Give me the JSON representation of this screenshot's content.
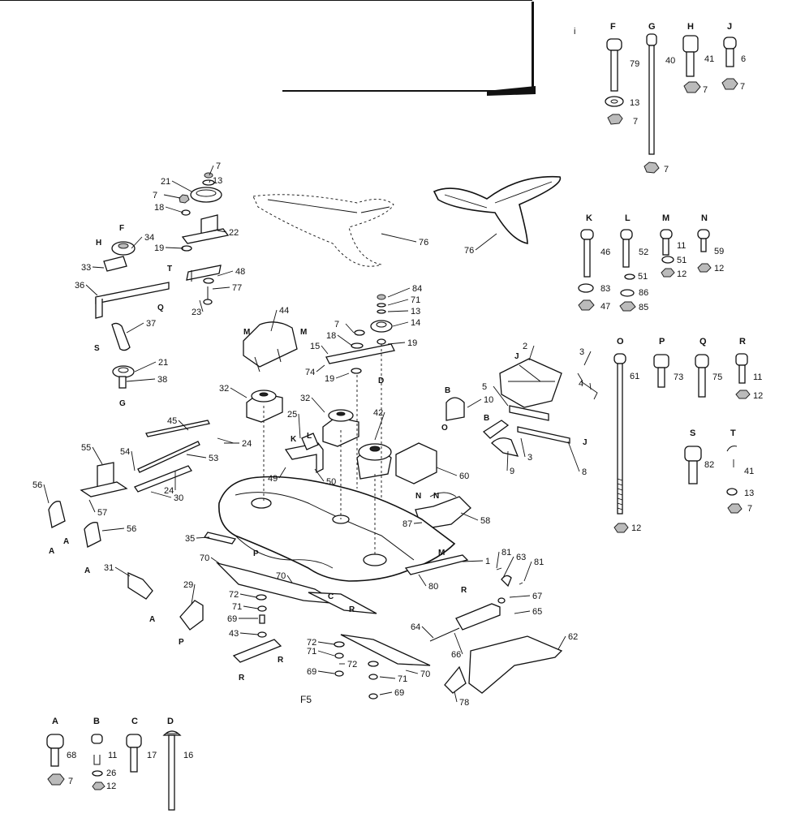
{
  "figure_label": "F5",
  "corner_mark": "i",
  "hardware_top": [
    {
      "key": "F",
      "parts": [
        "79",
        "13",
        "7"
      ]
    },
    {
      "key": "G",
      "parts": [
        "40",
        "7"
      ]
    },
    {
      "key": "H",
      "parts": [
        "41",
        "7"
      ]
    },
    {
      "key": "J",
      "parts": [
        "6",
        "7"
      ]
    }
  ],
  "hardware_mid": [
    {
      "key": "K",
      "parts": [
        "46",
        "83",
        "47"
      ]
    },
    {
      "key": "L",
      "parts": [
        "52",
        "51",
        "86",
        "85"
      ]
    },
    {
      "key": "M",
      "parts": [
        "11",
        "51",
        "12"
      ]
    },
    {
      "key": "N",
      "parts": [
        "59",
        "12"
      ]
    }
  ],
  "hardware_lower": [
    {
      "key": "O",
      "parts": [
        "61",
        "12"
      ]
    },
    {
      "key": "P",
      "parts": [
        "73"
      ]
    },
    {
      "key": "Q",
      "parts": [
        "75"
      ]
    },
    {
      "key": "R",
      "parts": [
        "11",
        "12"
      ]
    },
    {
      "key": "S",
      "parts": [
        "82"
      ]
    },
    {
      "key": "T",
      "parts": [
        "41",
        "13",
        "7"
      ]
    }
  ],
  "hardware_bottom": [
    {
      "key": "A",
      "parts": [
        "68",
        "7"
      ]
    },
    {
      "key": "B",
      "parts": [
        "11",
        "26",
        "12"
      ]
    },
    {
      "key": "C",
      "parts": [
        "17"
      ]
    },
    {
      "key": "D",
      "parts": [
        "16"
      ]
    }
  ],
  "callouts": [
    "7",
    "13",
    "21",
    "7",
    "18",
    "22",
    "34",
    "19",
    "48",
    "77",
    "33",
    "36",
    "23",
    "37",
    "21",
    "38",
    "76",
    "76",
    "84",
    "71",
    "13",
    "14",
    "7",
    "18",
    "19",
    "44",
    "15",
    "74",
    "19",
    "2",
    "3",
    "4",
    "10",
    "5",
    "9",
    "3",
    "8",
    "32",
    "32",
    "42",
    "25",
    "45",
    "24",
    "55",
    "54",
    "53",
    "24",
    "49",
    "50",
    "60",
    "30",
    "56",
    "57",
    "56",
    "58",
    "87",
    "35",
    "1",
    "80",
    "81",
    "63",
    "81",
    "31",
    "70",
    "70",
    "29",
    "72",
    "71",
    "69",
    "43",
    "67",
    "65",
    "64",
    "66",
    "62",
    "72",
    "71",
    "72",
    "69",
    "71",
    "69",
    "70",
    "78"
  ],
  "assembly_letters": [
    "F",
    "H",
    "S",
    "G",
    "T",
    "Q",
    "M",
    "M",
    "D",
    "K",
    "L",
    "B",
    "B",
    "O",
    "J",
    "J",
    "N",
    "N",
    "M",
    "A",
    "A",
    "A",
    "A",
    "P",
    "P",
    "C",
    "R",
    "R",
    "R",
    "R"
  ]
}
